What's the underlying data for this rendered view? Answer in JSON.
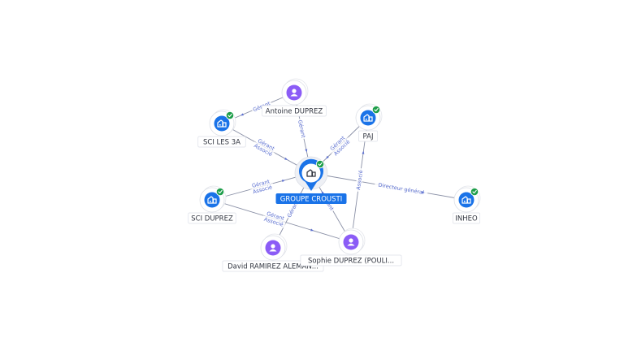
{
  "graph": {
    "colors": {
      "company": "#1a73e8",
      "person": "#8b5cf6",
      "check": "#1e9e4a",
      "edge": "#8a90a6",
      "edge_label": "#5b6fd0"
    },
    "center": {
      "id": "groupe",
      "label": "GROUPE CROUSTI",
      "icon": "building-icon",
      "verified": true
    },
    "nodes": [
      {
        "id": "antoine",
        "label": "Antoine DUPREZ",
        "kind": "person",
        "icon": "person-icon",
        "verified": false
      },
      {
        "id": "sci3a",
        "label": "SCI LES 3A",
        "kind": "company",
        "icon": "building-icon",
        "verified": true
      },
      {
        "id": "paj",
        "label": "PAJ",
        "kind": "company",
        "icon": "building-icon",
        "verified": true
      },
      {
        "id": "scidup",
        "label": "SCI DUPREZ",
        "kind": "company",
        "icon": "building-icon",
        "verified": true
      },
      {
        "id": "inheo",
        "label": "INHEO",
        "kind": "company",
        "icon": "building-icon",
        "verified": true
      },
      {
        "id": "david",
        "label": "David RAMIREZ ALEMAN...",
        "kind": "person",
        "icon": "person-icon",
        "verified": false
      },
      {
        "id": "sophie",
        "label": "Sophie DUPREZ (POULI...",
        "kind": "person",
        "icon": "person-icon",
        "verified": false
      }
    ],
    "edges": [
      {
        "from": "antoine",
        "to": "sci3a",
        "labels": [
          "Gérant"
        ]
      },
      {
        "from": "antoine",
        "to": "groupe",
        "labels": [
          "Gérant"
        ]
      },
      {
        "from": "sci3a",
        "to": "groupe",
        "labels": [
          "Gérant",
          "Associé"
        ]
      },
      {
        "from": "paj",
        "to": "groupe",
        "labels": [
          "Gérant",
          "Associé"
        ]
      },
      {
        "from": "scidup",
        "to": "groupe",
        "labels": [
          "Gérant",
          "Associé"
        ]
      },
      {
        "from": "groupe",
        "to": "inheo",
        "labels": [
          "Directeur général"
        ]
      },
      {
        "from": "david",
        "to": "groupe",
        "labels": [
          "Gérant"
        ]
      },
      {
        "from": "scidup",
        "to": "sophie",
        "labels": [
          "Gérant",
          "Associé"
        ]
      },
      {
        "from": "sophie",
        "to": "groupe",
        "labels": [
          "Gérant"
        ]
      },
      {
        "from": "sophie",
        "to": "paj",
        "labels": [
          "Associé"
        ]
      }
    ]
  }
}
